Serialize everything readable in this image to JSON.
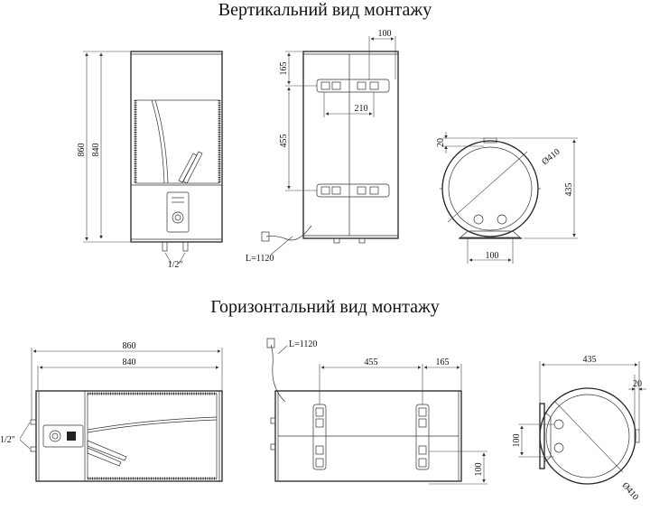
{
  "titles": {
    "vertical": "Вертикальний вид монтажу",
    "horizontal": "Горизонтальний вид монтажу"
  },
  "vertical": {
    "front": {
      "height_total": "860",
      "height_body": "840",
      "pipe_label": "1/2\""
    },
    "back": {
      "top_offset": "165",
      "bracket_spacing": "455",
      "bracket_width": "100",
      "bracket_span": "210",
      "cable_label": "L=1120"
    },
    "side": {
      "top_cap": "20",
      "diameter": "Ø410",
      "depth": "435",
      "base_width": "100"
    }
  },
  "horizontal": {
    "front": {
      "length_total": "860",
      "length_body": "840",
      "pipe_label": "1/2\""
    },
    "back": {
      "bracket_spacing": "455",
      "end_offset": "165",
      "bracket_width": "100",
      "cable_label": "L=1120"
    },
    "side": {
      "depth": "435",
      "top_cap": "20",
      "base_width": "100",
      "diameter": "Ø410"
    }
  }
}
